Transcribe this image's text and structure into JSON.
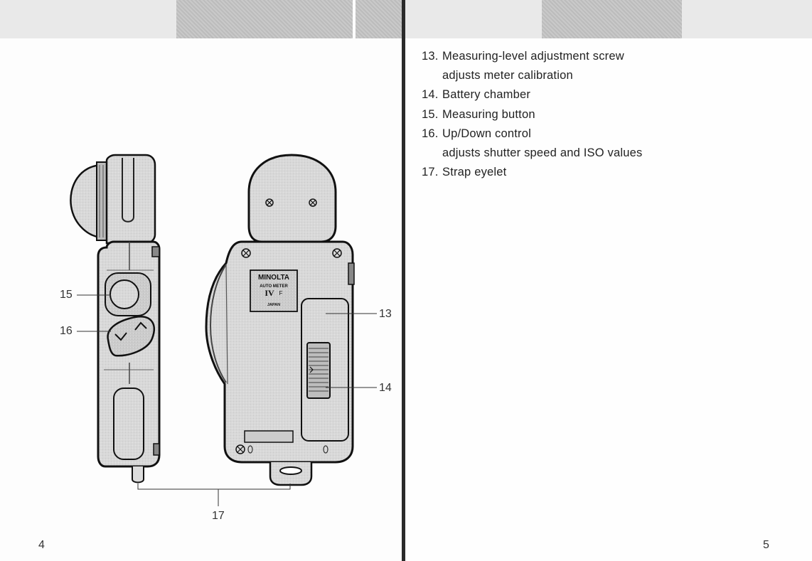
{
  "page_left": {
    "number": "4"
  },
  "page_right": {
    "number": "5"
  },
  "parts": [
    {
      "num": "13.",
      "name": "Measuring-level adjustment screw",
      "note": "adjusts meter calibration"
    },
    {
      "num": "14.",
      "name": "Battery chamber",
      "note": ""
    },
    {
      "num": "15.",
      "name": "Measuring button",
      "note": ""
    },
    {
      "num": "16.",
      "name": "Up/Down control",
      "note": "adjusts shutter speed and ISO values"
    },
    {
      "num": "17.",
      "name": "Strap eyelet",
      "note": ""
    }
  ],
  "callouts": {
    "c13": "13",
    "c14": "14",
    "c15": "15",
    "c16": "16",
    "c17": "17"
  },
  "device_label": {
    "brand": "MINOLTA",
    "model_line": "AUTO METER",
    "model_roman": "IV",
    "model_suffix": "F",
    "origin": "JAPAN"
  }
}
